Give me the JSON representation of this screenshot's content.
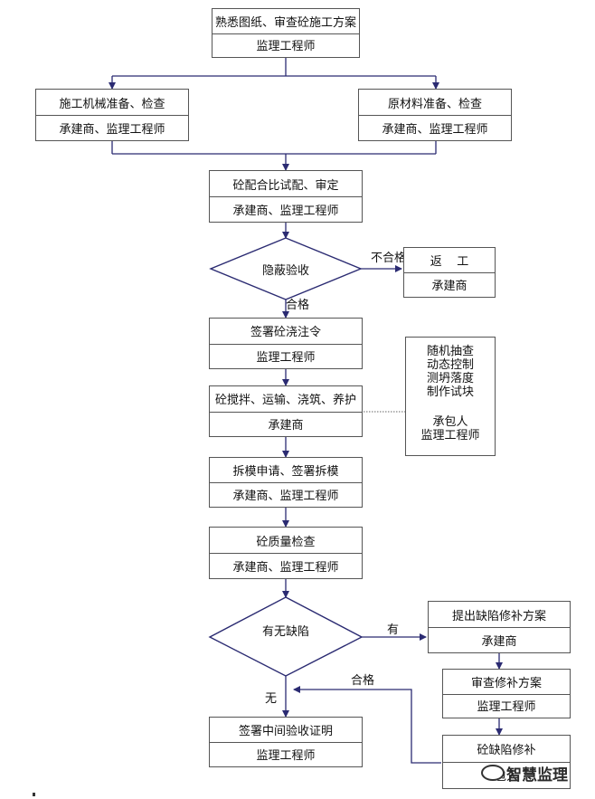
{
  "steps": {
    "s1": {
      "task": "熟悉图纸、审查砼施工方案",
      "role": "监理工程师"
    },
    "s2l": {
      "task": "施工机械准备、检查",
      "role": "承建商、监理工程师"
    },
    "s2r": {
      "task": "原材料准备、检查",
      "role": "承建商、监理工程师"
    },
    "s3": {
      "task": "砼配合比试配、审定",
      "role": "承建商、监理工程师"
    },
    "rework": {
      "task": "返    工",
      "role": "承建商"
    },
    "s5": {
      "task": "签署砼浇注令",
      "role": "监理工程师"
    },
    "s6": {
      "task": "砼搅拌、运输、浇筑、养护",
      "role": "承建商"
    },
    "s7": {
      "task": "拆模申请、签署拆模",
      "role": "承建商、监理工程师"
    },
    "s8": {
      "task": "砼质量检查",
      "role": "承建商、监理工程师"
    },
    "s9": {
      "task": "签署中间验收证明",
      "role": "监理工程师"
    },
    "r1": {
      "task": "提出缺陷修补方案",
      "role": "承建商"
    },
    "r2": {
      "task": "审查修补方案",
      "role": "监理工程师"
    },
    "r3": {
      "task": "砼缺陷修补",
      "role": "包人"
    }
  },
  "decisions": {
    "d1": "隐蔽验收",
    "d2": "有无缺陷"
  },
  "edge_labels": {
    "fail": "不合格",
    "pass": "合格",
    "yes": "有",
    "no": "无",
    "pass2": "合格"
  },
  "side_box": {
    "lines": [
      "随机抽查",
      "动态控制",
      "测坍落度",
      "制作试块"
    ],
    "roles": [
      "承包人",
      "监理工程师"
    ]
  },
  "watermark": "智慧监理",
  "colors": {
    "line": "#2b2b72",
    "border": "#555555"
  }
}
